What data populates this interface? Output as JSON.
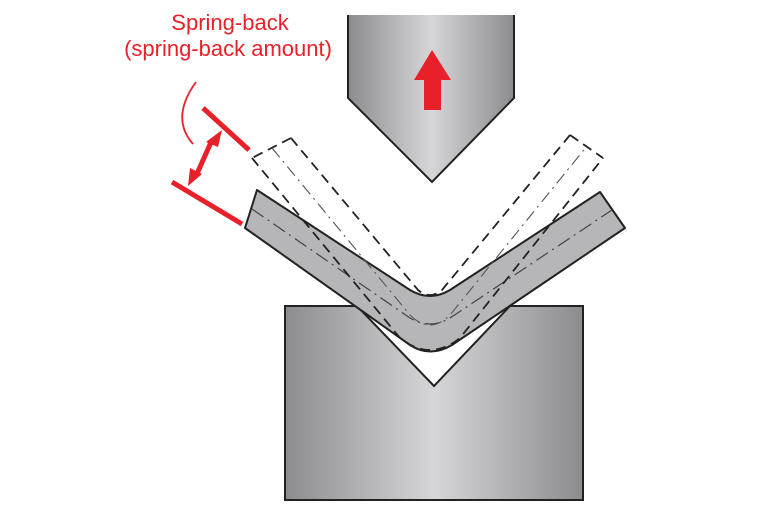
{
  "diagram": {
    "type": "press-brake V-bending springback illustration",
    "label": {
      "line1": "Spring-back",
      "line2": "(spring-back amount)"
    },
    "components": [
      {
        "name": "punch",
        "description": "upper tool with pointed tip, red up arrow indicating retraction"
      },
      {
        "name": "die",
        "description": "lower block with V-groove"
      },
      {
        "name": "bent-sheet",
        "description": "grey bent workpiece after spring-back, with dash-dot neutral axis"
      },
      {
        "name": "dashed-outline",
        "description": "sheet shape while held in die before spring-back"
      },
      {
        "name": "springback-dimension",
        "description": "red double-headed arrow between two red extension lines"
      }
    ],
    "colors": {
      "accent": "#e8202a",
      "metal_dark": "#8a8a8c",
      "metal_light": "#d4d4d6",
      "sheet": "#b4b4b6",
      "outline": "#222222"
    }
  }
}
